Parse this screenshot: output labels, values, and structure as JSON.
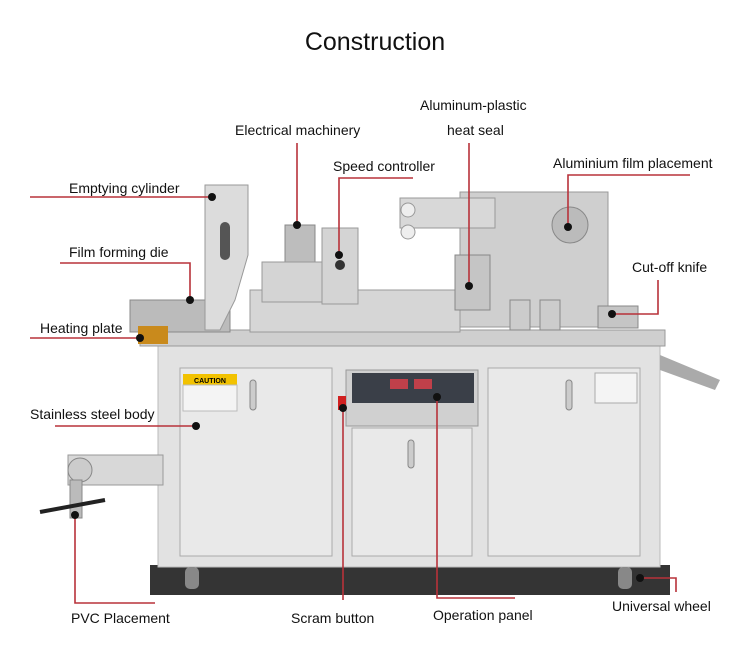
{
  "title": "Construction",
  "labels": {
    "aluminum_plastic": "Aluminum-plastic",
    "heat_seal": "heat seal",
    "electrical_machinery": "Electrical machinery",
    "speed_controller": "Speed controller",
    "aluminium_film_placement": "Aluminium film placement",
    "emptying_cylinder": "Emptying cylinder",
    "film_forming_die": "Film forming die",
    "cut_off_knife": "Cut-off knife",
    "heating_plate": "Heating plate",
    "stainless_steel_body": "Stainless steel body",
    "pvc_placement": "PVC Placement",
    "scram_button": "Scram button",
    "operation_panel": "Operation panel",
    "universal_wheel": "Universal wheel"
  },
  "machine": {
    "caution": "CAUTION"
  },
  "colors": {
    "leader": "#b8323a",
    "dot": "#111111",
    "steel": "#d9d9d9",
    "caution": "#f2c200"
  }
}
